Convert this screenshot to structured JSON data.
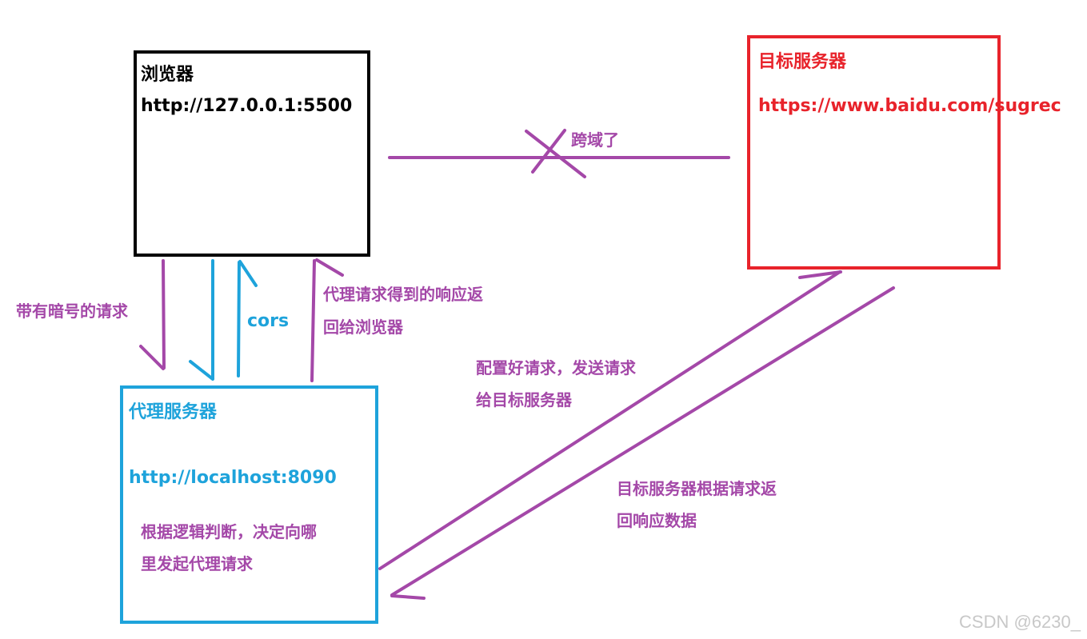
{
  "colors": {
    "purple": "#a448a8",
    "blue": "#1ea3db",
    "red": "#e8232b",
    "black": "#000000"
  },
  "browser": {
    "title": "浏览器",
    "url": "http://127.0.0.1:5500"
  },
  "target": {
    "title": "目标服务器",
    "url": "https://www.baidu.com/sugrec"
  },
  "proxy": {
    "title": "代理服务器",
    "url": "http://localhost:8090",
    "desc_line1": "根据逻辑判断，决定向哪",
    "desc_line2": "里发起代理请求"
  },
  "labels": {
    "cross_domain": "跨域了",
    "request_with_code": "带有暗号的请求",
    "cors": "cors",
    "proxy_response_line1": "代理请求得到的响应返",
    "proxy_response_line2": "回给浏览器",
    "configure_line1": "配置好请求，发送请求",
    "configure_line2": "给目标服务器",
    "target_return_line1": "目标服务器根据请求返",
    "target_return_line2": "回响应数据"
  },
  "watermark": "CSDN @6230_"
}
